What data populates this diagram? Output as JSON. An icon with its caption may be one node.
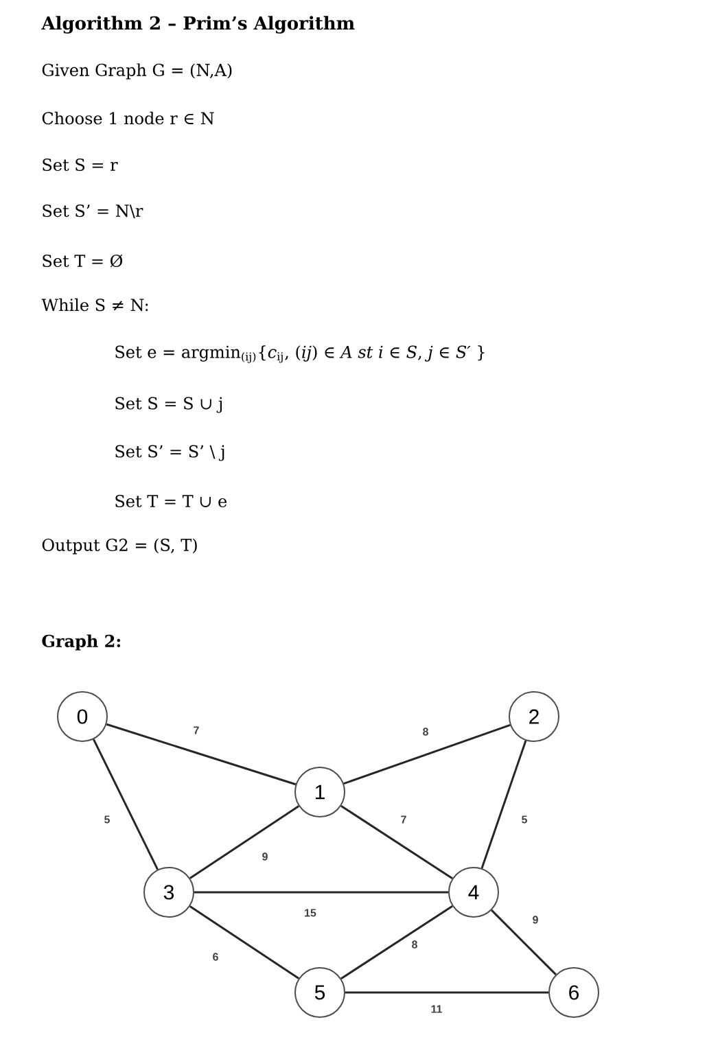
{
  "diagram": {
    "title": "Algorithm 2 – Prim’s Algorithm",
    "nodes": [
      {
        "text": [
          "0"
        ]
      },
      {
        "text": [
          "1"
        ]
      },
      {
        "text": [
          "2"
        ]
      },
      {
        "text": [
          "3"
        ]
      },
      {
        "text": [
          "4"
        ]
      },
      {
        "text": [
          "5"
        ]
      },
      {
        "text": [
          "6"
        ]
      }
    ],
    "edges": [
      {
        "from": 0,
        "to": 1,
        "arrow": "none",
        "label": "7"
      },
      {
        "from": 1,
        "to": 2,
        "arrow": "none",
        "label": "8"
      },
      {
        "from": 0,
        "to": 3,
        "arrow": "none",
        "label": "5"
      },
      {
        "from": 1,
        "to": 4,
        "arrow": "none",
        "label": "7"
      },
      {
        "from": 2,
        "to": 4,
        "arrow": "none",
        "label": "5"
      },
      {
        "from": 1,
        "to": 3,
        "arrow": "none",
        "label": "9"
      },
      {
        "from": 3,
        "to": 4,
        "arrow": "none",
        "label": "15"
      },
      {
        "from": 4,
        "to": 6,
        "arrow": "none",
        "label": "9"
      },
      {
        "from": 4,
        "to": 5,
        "arrow": "none",
        "label": "8"
      },
      {
        "from": 3,
        "to": 5,
        "arrow": "none",
        "label": "6"
      },
      {
        "from": 5,
        "to": 6,
        "arrow": "none",
        "label": "11"
      }
    ],
    "labels": [
      "Given Graph G = (N,A)",
      "Choose 1 node r ∈ N",
      "Set S = r",
      "Set S’ = N\\r",
      "Set T = Ø",
      "While S ≠ N:",
      "Set e = argmin$_{(ij)}${*c*$_{ij}$, (*ij*) ∈ *A st i* ∈ *S*, *j* ∈ *S′* }",
      "Set S = S ∪ j",
      "Set S’ = S’ \\ j",
      "Set T = T ∪ e",
      "Output G2 = (S, T)",
      "Graph 2:"
    ]
  }
}
